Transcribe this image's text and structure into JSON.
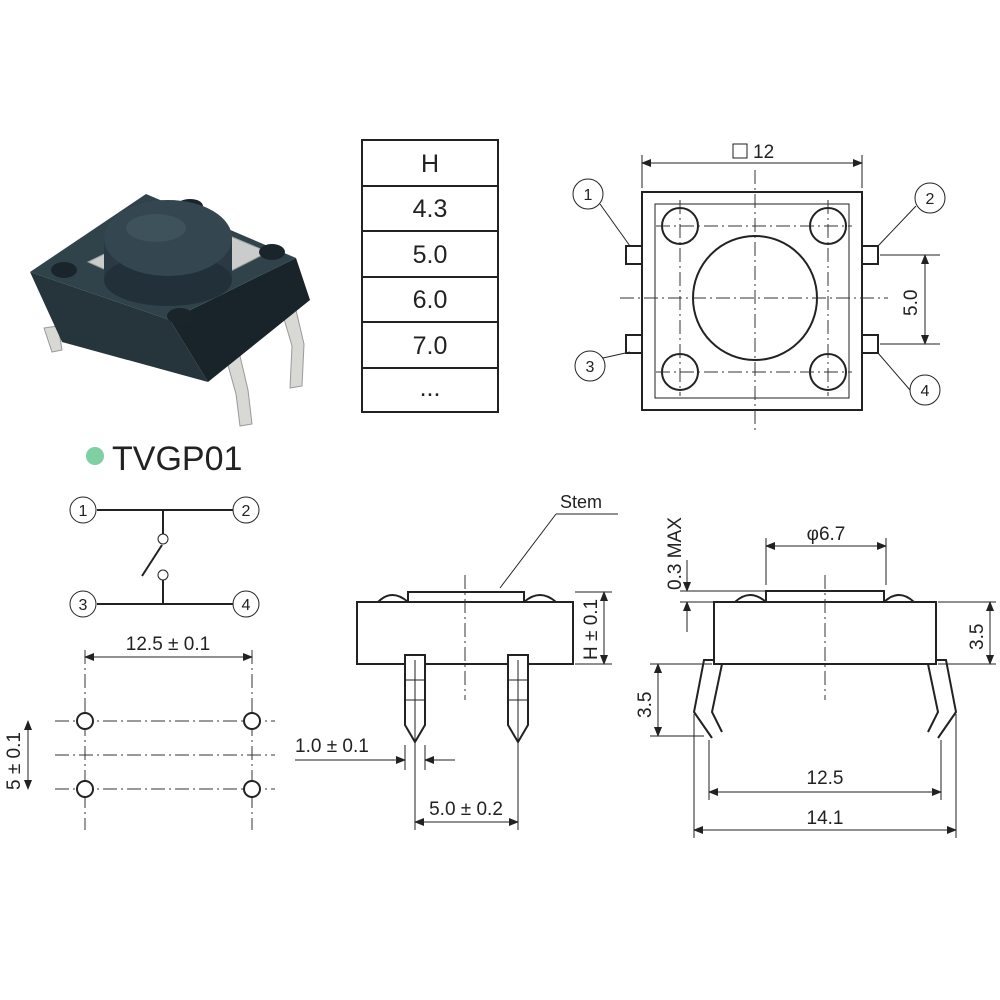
{
  "product": {
    "name": "TVGP01",
    "bullet_color": "#7ecfa2"
  },
  "height_table": {
    "header": "H",
    "rows": [
      "4.3",
      "5.0",
      "6.0",
      "7.0",
      "..."
    ]
  },
  "top_view": {
    "square_dim": "12",
    "pitch_dim": "5.0",
    "pins": [
      "1",
      "2",
      "3",
      "4"
    ]
  },
  "schematic": {
    "pins": [
      "1",
      "2",
      "3",
      "4"
    ]
  },
  "pcb_layout": {
    "width_dim": "12.5 ± 0.1",
    "pitch_dim": "5 ± 0.1"
  },
  "side_view": {
    "stem_label": "Stem",
    "height_dim": "H ± 0.1",
    "pin_width_dim": "1.0 ± 0.1",
    "pin_pitch_dim": "5.0 ± 0.2"
  },
  "front_view": {
    "stem_dia_dim": "φ6.7",
    "max_dim": "0.3 MAX",
    "body_height_dim": "3.5",
    "lead_height_dim": "3.5",
    "inner_width_dim": "12.5",
    "outer_width_dim": "14.1"
  },
  "colors": {
    "line": "#222222",
    "body": "#1f2a2f",
    "metal": "#c9cccb"
  }
}
